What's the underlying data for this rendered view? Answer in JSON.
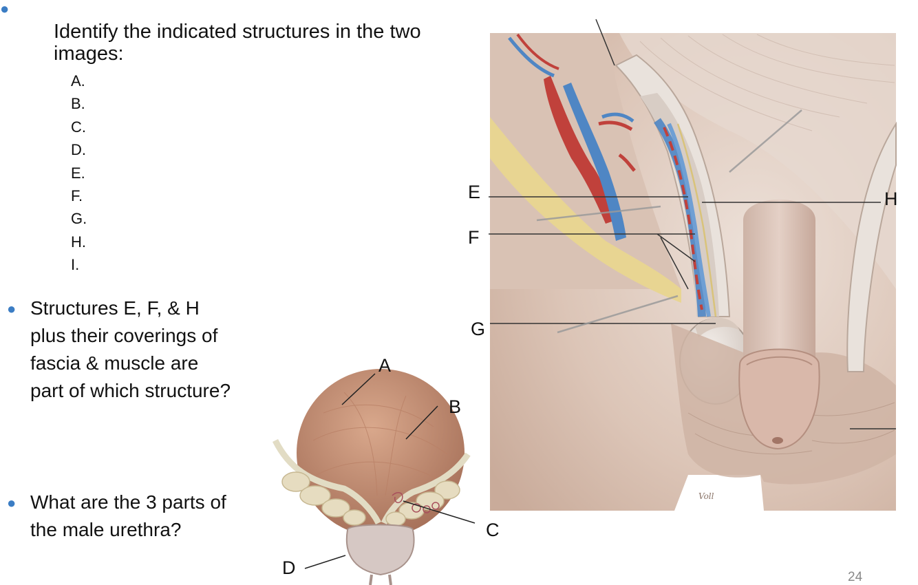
{
  "slide": {
    "question1": "Identify the indicated structures in the two images:",
    "answer_letters": [
      "A.",
      "B.",
      "C.",
      "D.",
      "E.",
      "F.",
      "G.",
      "H.",
      "I."
    ],
    "question2": "Structures E, F, & H plus their coverings of fascia & muscle are part of which structure?",
    "question3": "What are the 3 parts of the male urethra?",
    "page_number": "24"
  },
  "figure_labels": {
    "prostate": {
      "A": "A",
      "B": "B",
      "C": "C",
      "D": "D"
    },
    "inguinal": {
      "E": "E",
      "F": "F",
      "G": "G",
      "H": "H"
    }
  },
  "artist_signature": "Voll",
  "colors": {
    "bullet": "#3b7dc4",
    "artery": "#c0413b",
    "vein": "#4f86c4",
    "skin": "#e2c9ba",
    "prostate": "#c7957c"
  }
}
